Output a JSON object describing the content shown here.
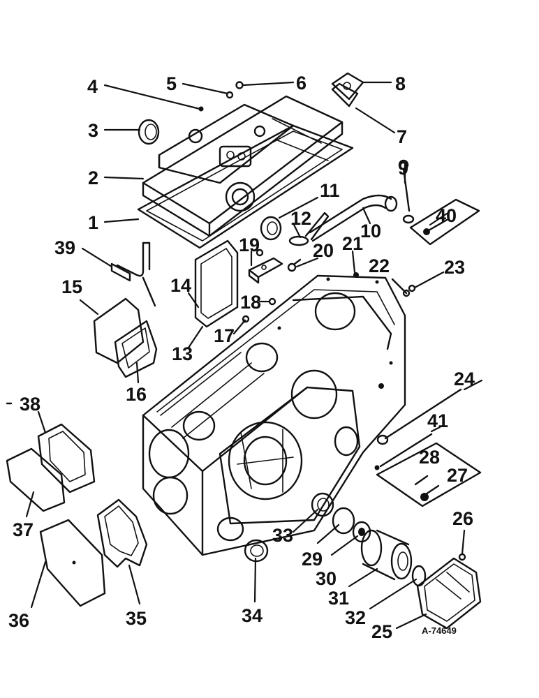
{
  "diagram": {
    "reference_code": "A-74649",
    "callouts": [
      "1",
      "2",
      "3",
      "4",
      "5",
      "6",
      "7",
      "8",
      "9",
      "10",
      "11",
      "12",
      "13",
      "14",
      "15",
      "16",
      "17",
      "18",
      "19",
      "20",
      "21",
      "22",
      "23",
      "24",
      "25",
      "26",
      "27",
      "28",
      "29",
      "30",
      "31",
      "32",
      "33",
      "34",
      "35",
      "36",
      "37",
      "38",
      "39",
      "40",
      "41"
    ]
  }
}
